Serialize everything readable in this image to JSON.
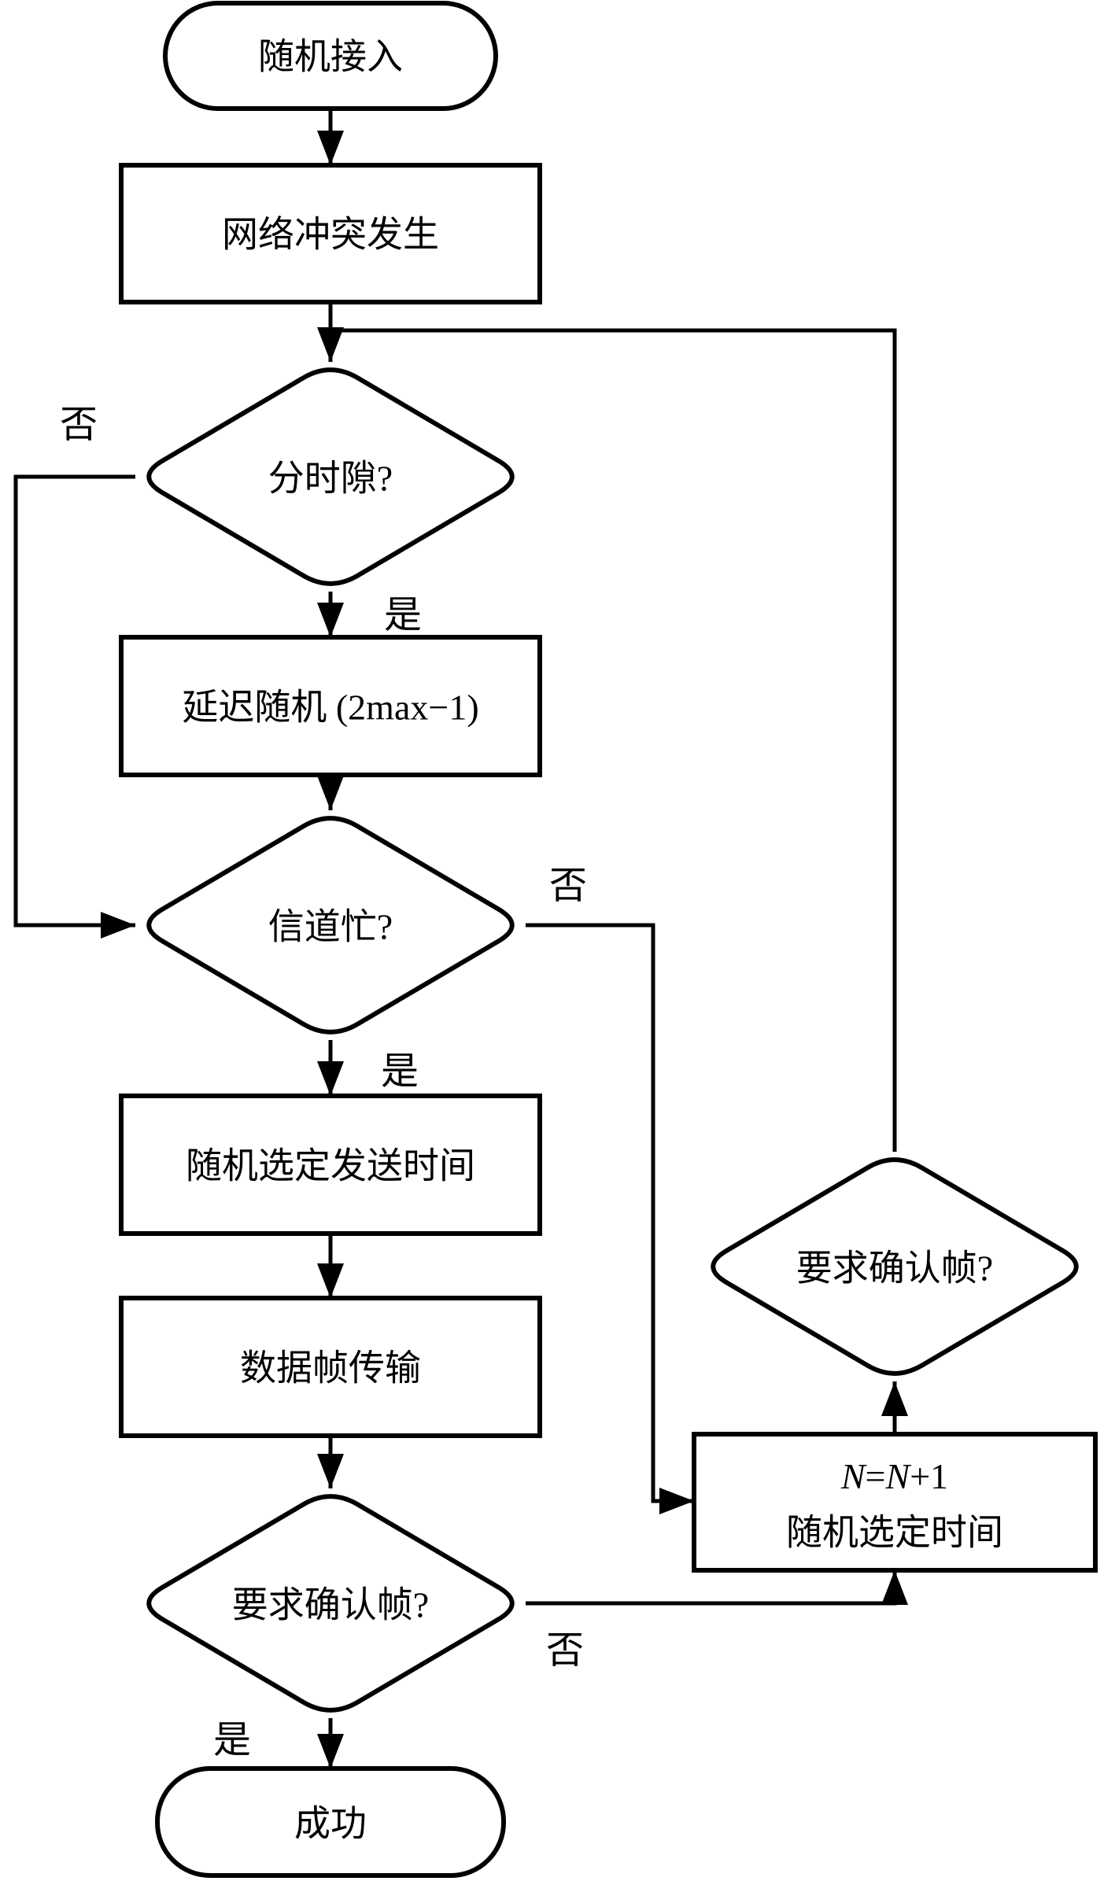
{
  "colors": {
    "ink": "#000000",
    "background": "#ffffff"
  },
  "nodes": {
    "start": {
      "type": "terminator",
      "label": "随机接入"
    },
    "collision": {
      "type": "process",
      "label": "网络冲突发生"
    },
    "slotted": {
      "type": "decision",
      "label": "分时隙?"
    },
    "delay": {
      "type": "process",
      "label": "延迟随机 (2max−1)"
    },
    "channel_busy": {
      "type": "decision",
      "label": "信道忙?"
    },
    "pick_send_time": {
      "type": "process",
      "label": "随机选定发送时间"
    },
    "data_frame_tx": {
      "type": "process",
      "label": "数据帧传输"
    },
    "ack_left": {
      "type": "decision",
      "label": "要求确认帧?"
    },
    "success": {
      "type": "terminator",
      "label": "成功"
    },
    "ack_right": {
      "type": "decision",
      "label": "要求确认帧?"
    },
    "retry": {
      "type": "process",
      "line1": {
        "n1": "N",
        "eq": "=",
        "n2": "N",
        "plus": "+1"
      },
      "line2": "随机选定时间"
    }
  },
  "edge_labels": {
    "slotted_no": "否",
    "slotted_yes": "是",
    "channel_busy_no": "否",
    "channel_busy_yes": "是",
    "ack_left_no": "否",
    "ack_left_yes": "是"
  }
}
